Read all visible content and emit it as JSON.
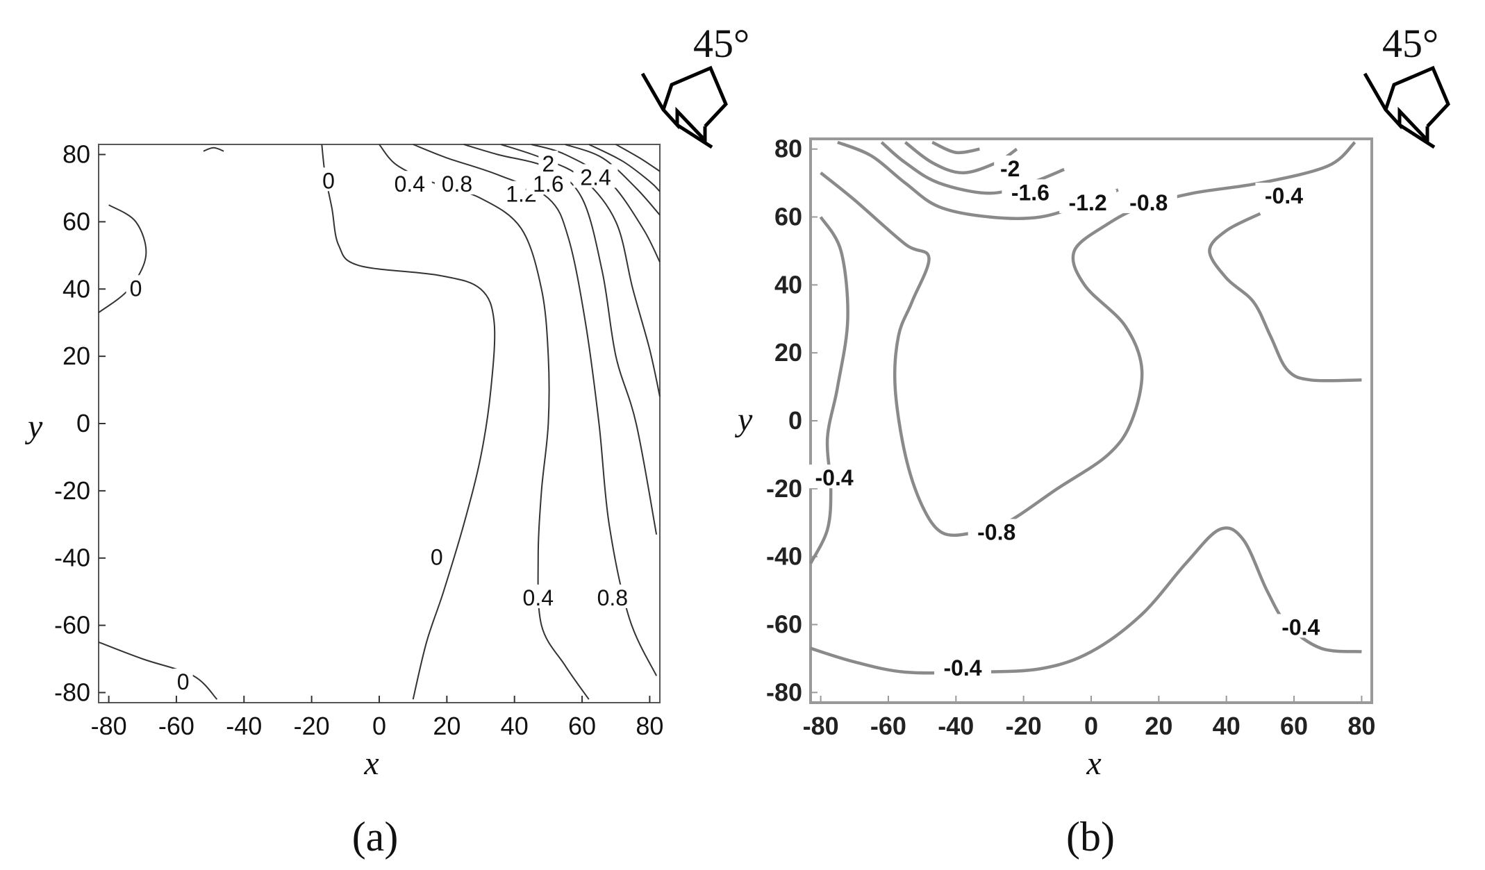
{
  "chart_data": [
    {
      "type": "contour",
      "panel": "(a)",
      "angle_label": "45°",
      "xlabel": "x",
      "ylabel": "y",
      "xlim": [
        -83,
        83
      ],
      "ylim": [
        -83,
        83
      ],
      "xticks": [
        -80,
        -60,
        -40,
        -20,
        0,
        20,
        40,
        60,
        80
      ],
      "yticks": [
        -80,
        -60,
        -40,
        -20,
        0,
        20,
        40,
        60,
        80
      ],
      "contours": [
        {
          "level": "0",
          "points": [
            [
              -80,
              65
            ],
            [
              -72,
              60
            ],
            [
              -69,
              50
            ],
            [
              -74,
              40
            ],
            [
              -83,
              33
            ]
          ]
        },
        {
          "level": "0",
          "points": [
            [
              -52,
              81
            ],
            [
              -49,
              82
            ],
            [
              -46,
              81
            ]
          ]
        },
        {
          "level": "0",
          "points": [
            [
              -17,
              83
            ],
            [
              -16,
              74
            ],
            [
              -14,
              64
            ],
            [
              -12,
              53
            ],
            [
              -6,
              47
            ],
            [
              18,
              44
            ],
            [
              30,
              40
            ],
            [
              34,
              30
            ],
            [
              33,
              10
            ],
            [
              30,
              -10
            ],
            [
              25,
              -30
            ],
            [
              19,
              -50
            ],
            [
              14,
              -65
            ],
            [
              10,
              -82
            ]
          ]
        },
        {
          "level": "0",
          "points": [
            [
              -83,
              -65
            ],
            [
              -70,
              -70
            ],
            [
              -55,
              -75
            ],
            [
              -48,
              -82
            ]
          ]
        },
        {
          "level": "0.4",
          "points": [
            [
              0,
              83
            ],
            [
              5,
              77
            ],
            [
              15,
              72
            ],
            [
              30,
              67
            ],
            [
              42,
              58
            ],
            [
              48,
              40
            ],
            [
              50,
              20
            ],
            [
              50,
              0
            ],
            [
              48,
              -20
            ],
            [
              47,
              -40
            ],
            [
              48,
              -60
            ],
            [
              55,
              -72
            ],
            [
              62,
              -82
            ]
          ]
        },
        {
          "level": "0.8",
          "points": [
            [
              10,
              83
            ],
            [
              20,
              79
            ],
            [
              35,
              74
            ],
            [
              50,
              67
            ],
            [
              56,
              55
            ],
            [
              61,
              30
            ],
            [
              65,
              0
            ],
            [
              68,
              -30
            ],
            [
              74,
              -58
            ],
            [
              82,
              -75
            ]
          ]
        },
        {
          "level": "1.2",
          "points": [
            [
              25,
              83
            ],
            [
              35,
              80
            ],
            [
              50,
              76
            ],
            [
              60,
              67
            ],
            [
              66,
              45
            ],
            [
              70,
              20
            ],
            [
              76,
              0
            ],
            [
              82,
              -33
            ]
          ]
        },
        {
          "level": "1.6",
          "points": [
            [
              36,
              83
            ],
            [
              48,
              79
            ],
            [
              60,
              73
            ],
            [
              70,
              60
            ],
            [
              75,
              40
            ],
            [
              80,
              22
            ],
            [
              83,
              8
            ]
          ]
        },
        {
          "level": "2",
          "points": [
            [
              45,
              83
            ],
            [
              55,
              80
            ],
            [
              68,
              72
            ],
            [
              78,
              58
            ],
            [
              83,
              48
            ]
          ]
        },
        {
          "level": "2.4",
          "points": [
            [
              55,
              83
            ],
            [
              66,
              79
            ],
            [
              76,
              70
            ],
            [
              83,
              62
            ]
          ]
        },
        {
          "level": "",
          "points": [
            [
              62,
              83
            ],
            [
              72,
              78
            ],
            [
              80,
              72
            ],
            [
              83,
              69
            ]
          ]
        },
        {
          "level": "",
          "points": [
            [
              70,
              83
            ],
            [
              77,
              79
            ],
            [
              83,
              75
            ]
          ]
        }
      ],
      "labels": [
        {
          "text": "0",
          "x": -72,
          "y": 40
        },
        {
          "text": "0",
          "x": -15,
          "y": 72
        },
        {
          "text": "0.4",
          "x": 9,
          "y": 71
        },
        {
          "text": "0.8",
          "x": 23,
          "y": 71
        },
        {
          "text": "1.2",
          "x": 42,
          "y": 68
        },
        {
          "text": "1.6",
          "x": 50,
          "y": 71
        },
        {
          "text": "2",
          "x": 50,
          "y": 77
        },
        {
          "text": "2.4",
          "x": 64,
          "y": 73
        },
        {
          "text": "0",
          "x": 17,
          "y": -40
        },
        {
          "text": "0.4",
          "x": 47,
          "y": -52
        },
        {
          "text": "0.8",
          "x": 69,
          "y": -52
        },
        {
          "text": "0",
          "x": -58,
          "y": -77
        }
      ]
    },
    {
      "type": "contour",
      "panel": "(b)",
      "angle_label": "45°",
      "xlabel": "x",
      "ylabel": "y",
      "xlim": [
        -83,
        83
      ],
      "ylim": [
        -83,
        83
      ],
      "xticks": [
        -80,
        -60,
        -40,
        -20,
        0,
        20,
        40,
        60,
        80
      ],
      "yticks": [
        -80,
        -60,
        -40,
        -20,
        0,
        20,
        40,
        60,
        80
      ],
      "contours": [
        {
          "level": "-0.4",
          "points": [
            [
              -80,
              60
            ],
            [
              -74,
              50
            ],
            [
              -72,
              30
            ],
            [
              -75,
              10
            ],
            [
              -78,
              -5
            ],
            [
              -77,
              -20
            ],
            [
              -78,
              -32
            ],
            [
              -83,
              -42
            ]
          ]
        },
        {
          "level": "-0.8",
          "points": [
            [
              -80,
              73
            ],
            [
              -70,
              65
            ],
            [
              -55,
              52
            ],
            [
              -48,
              48
            ],
            [
              -53,
              35
            ],
            [
              -57,
              25
            ],
            [
              -58,
              10
            ],
            [
              -55,
              -10
            ],
            [
              -50,
              -25
            ],
            [
              -44,
              -33
            ],
            [
              -35,
              -33
            ],
            [
              -25,
              -30
            ],
            [
              -10,
              -20
            ],
            [
              5,
              -10
            ],
            [
              12,
              0
            ],
            [
              15,
              15
            ],
            [
              10,
              28
            ],
            [
              -2,
              40
            ],
            [
              -5,
              50
            ],
            [
              5,
              58
            ],
            [
              15,
              63
            ],
            [
              30,
              67
            ],
            [
              50,
              70
            ],
            [
              70,
              75
            ],
            [
              78,
              82
            ]
          ]
        },
        {
          "level": "-1.2",
          "points": [
            [
              -75,
              82
            ],
            [
              -65,
              78
            ],
            [
              -55,
              70
            ],
            [
              -45,
              63
            ],
            [
              -30,
              60
            ],
            [
              -15,
              60
            ],
            [
              -2,
              64
            ],
            [
              8,
              68
            ]
          ]
        },
        {
          "level": "-1.6",
          "points": [
            [
              -62,
              82
            ],
            [
              -55,
              76
            ],
            [
              -45,
              70
            ],
            [
              -30,
              67
            ],
            [
              -18,
              70
            ],
            [
              -8,
              74
            ]
          ]
        },
        {
          "level": "-2",
          "points": [
            [
              -55,
              82
            ],
            [
              -47,
              76
            ],
            [
              -38,
              73
            ],
            [
              -28,
              76
            ],
            [
              -22,
              80
            ]
          ]
        },
        {
          "level": "",
          "points": [
            [
              -47,
              82
            ],
            [
              -40,
              79
            ],
            [
              -33,
              80
            ]
          ]
        },
        {
          "level": "-0.4",
          "points": [
            [
              50,
              61
            ],
            [
              40,
              56
            ],
            [
              35,
              50
            ],
            [
              40,
              42
            ],
            [
              48,
              35
            ],
            [
              53,
              25
            ],
            [
              58,
              15
            ],
            [
              65,
              12
            ],
            [
              80,
              12
            ]
          ]
        },
        {
          "level": "-0.4",
          "points": [
            [
              -83,
              -67
            ],
            [
              -70,
              -71
            ],
            [
              -55,
              -74
            ],
            [
              -35,
              -74
            ],
            [
              -15,
              -73
            ],
            [
              0,
              -68
            ],
            [
              15,
              -57
            ],
            [
              28,
              -42
            ],
            [
              38,
              -32
            ],
            [
              45,
              -35
            ],
            [
              52,
              -50
            ],
            [
              58,
              -60
            ],
            [
              68,
              -67
            ],
            [
              80,
              -68
            ]
          ]
        }
      ],
      "labels": [
        {
          "text": "-2",
          "x": -24,
          "y": 74
        },
        {
          "text": "-1.6",
          "x": -18,
          "y": 67
        },
        {
          "text": "-1.2",
          "x": -1,
          "y": 64
        },
        {
          "text": "-0.8",
          "x": 17,
          "y": 64
        },
        {
          "text": "-0.4",
          "x": 57,
          "y": 66
        },
        {
          "text": "-0.4",
          "x": -76,
          "y": -17
        },
        {
          "text": "-0.8",
          "x": -28,
          "y": -33
        },
        {
          "text": "-0.4",
          "x": -38,
          "y": -73
        },
        {
          "text": "-0.4",
          "x": 62,
          "y": -61
        }
      ]
    }
  ]
}
